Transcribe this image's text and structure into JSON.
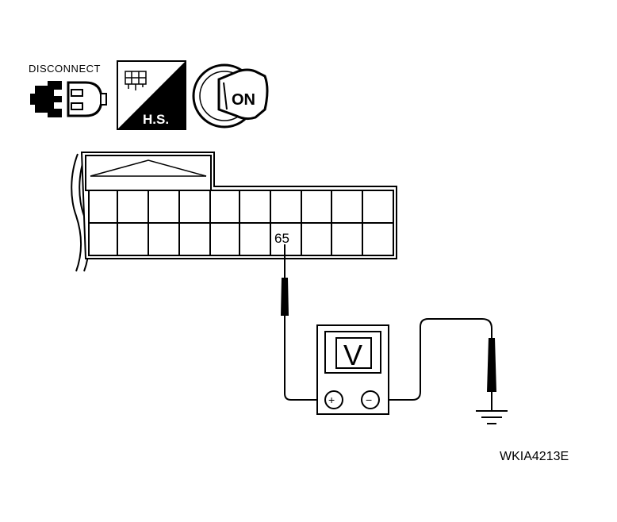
{
  "icons": {
    "disconnect_label": "DISCONNECT",
    "hs_label": "H.S.",
    "ignition_label": "ON"
  },
  "connector": {
    "terminal_label": "65"
  },
  "meter": {
    "display": "V",
    "plus_symbol": "+",
    "minus_symbol": "−"
  },
  "figure_code": "WKIA4213E",
  "colors": {
    "ink": "#000000",
    "paper": "#ffffff"
  }
}
